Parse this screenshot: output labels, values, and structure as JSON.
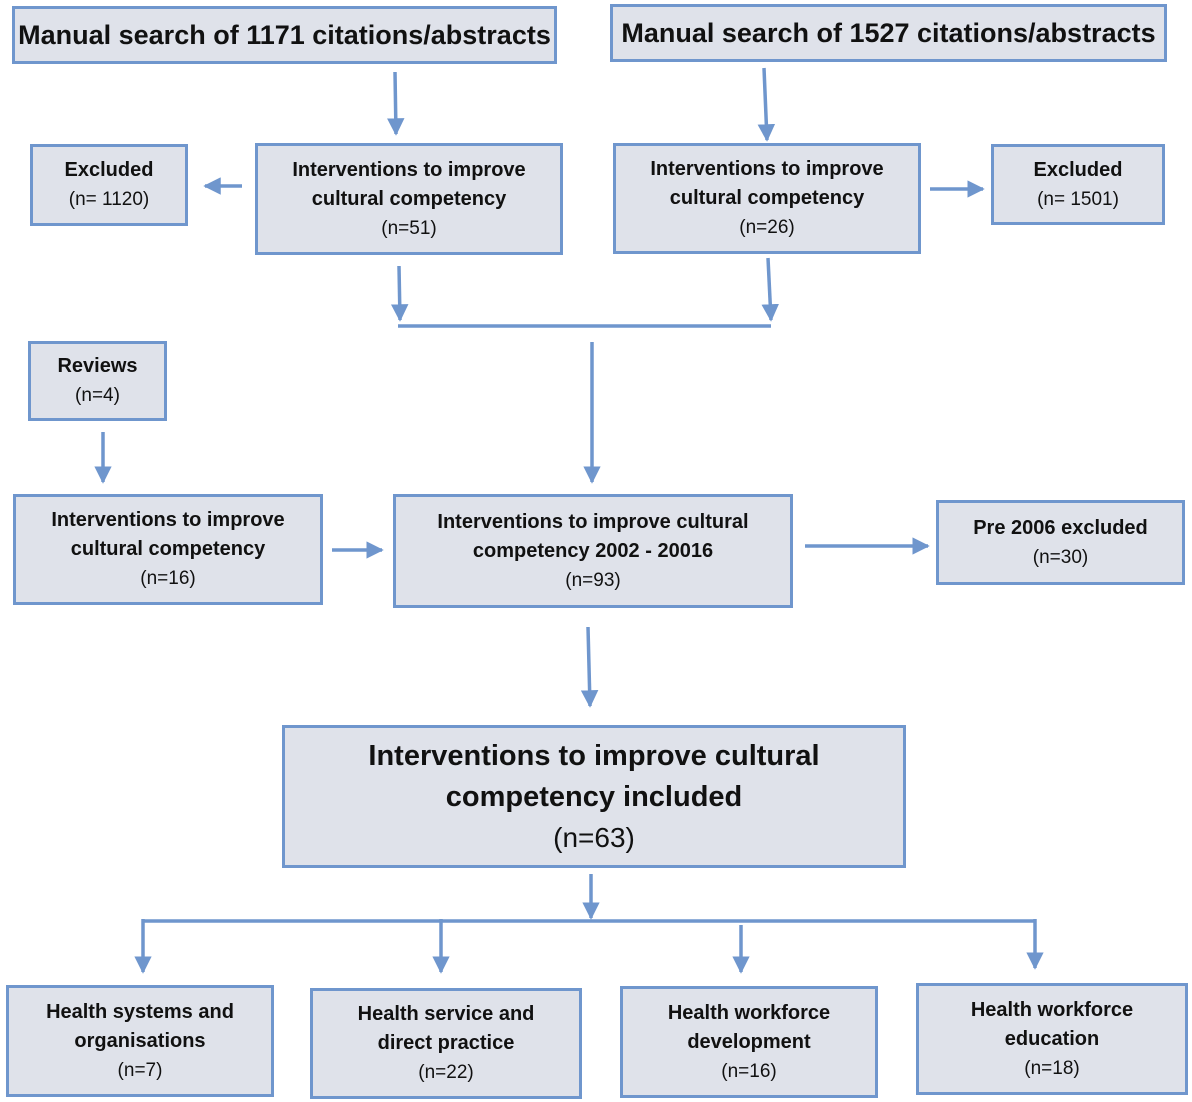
{
  "colors": {
    "box_fill": "#dfe2ea",
    "box_border": "#6f96cd",
    "arrow": "#6f96cd"
  },
  "search_left": {
    "title": "Manual search of 1171 citations/abstracts"
  },
  "search_right": {
    "title": "Manual search of 1527 citations/abstracts"
  },
  "excluded_left": {
    "title": "Excluded",
    "count": "(n= 1120)"
  },
  "excluded_right": {
    "title": "Excluded",
    "count": "(n= 1501)"
  },
  "interventions_left": {
    "line1": "Interventions to improve",
    "line2": "cultural competency",
    "count": "(n=51)"
  },
  "interventions_right": {
    "line1": "Interventions to improve",
    "line2": "cultural competency",
    "count": "(n=26)"
  },
  "reviews": {
    "title": "Reviews",
    "count": "(n=4)"
  },
  "interventions_reviews": {
    "line1": "Interventions to improve",
    "line2": "cultural competency",
    "count": "(n=16)"
  },
  "interventions_combined": {
    "line1": "Interventions to improve cultural",
    "line2": "competency 2002 - 20016",
    "count": "(n=93)"
  },
  "pre2006": {
    "title": "Pre 2006 excluded",
    "count": "(n=30)"
  },
  "included": {
    "line1": "Interventions to improve cultural",
    "line2": "competency included",
    "count": "(n=63)"
  },
  "categories": [
    {
      "line1": "Health systems and",
      "line2": "organisations",
      "count": "(n=7)"
    },
    {
      "line1": "Health service and",
      "line2": "direct practice",
      "count": "(n=22)"
    },
    {
      "line1": "Health workforce",
      "line2": "development",
      "count": "(n=16)"
    },
    {
      "line1": "Health workforce",
      "line2": "education",
      "count": "(n=18)"
    }
  ]
}
